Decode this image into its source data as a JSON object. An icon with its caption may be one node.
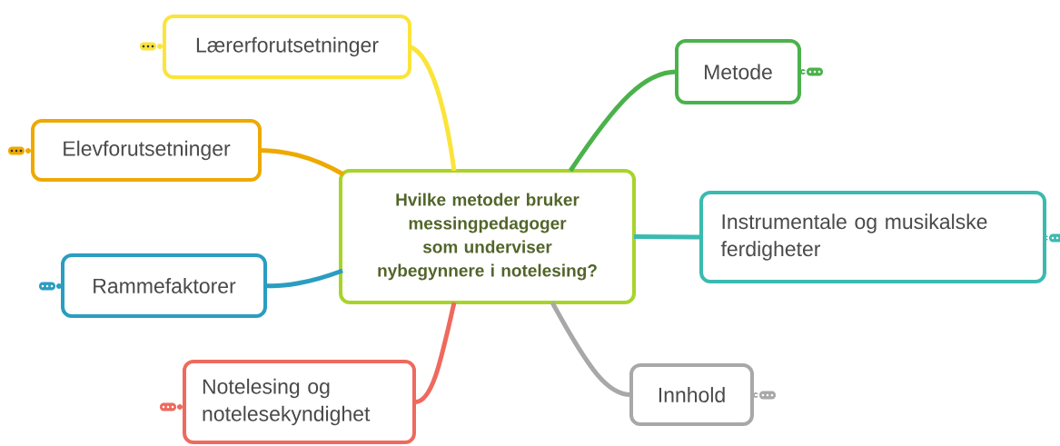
{
  "diagram": {
    "nodes": [
      {
        "text": [
          "Hvilke metoder bruker messingpedagoger som underviser nybegynnere i notelesing?"
        ]
      },
      {
        "text": [
          "Lærerforutsetninger"
        ]
      },
      {
        "text": [
          "Elevforutsetninger"
        ]
      },
      {
        "text": [
          "Rammefaktorer"
        ]
      },
      {
        "text": [
          "Notelesing og notelesekyndighet"
        ]
      },
      {
        "text": [
          "Metode"
        ]
      },
      {
        "text": [
          "Instrumentale og musikalske ferdigheter"
        ]
      },
      {
        "text": [
          "Innhold"
        ]
      }
    ],
    "edges": [
      {
        "from": 0,
        "to": 1,
        "arrow": "none",
        "color": "#fbe43a"
      },
      {
        "from": 0,
        "to": 2,
        "arrow": "none",
        "color": "#eea900"
      },
      {
        "from": 0,
        "to": 3,
        "arrow": "none",
        "color": "#2a9dc0"
      },
      {
        "from": 0,
        "to": 4,
        "arrow": "none",
        "color": "#ee6a5e"
      },
      {
        "from": 0,
        "to": 5,
        "arrow": "none",
        "color": "#4bb24b"
      },
      {
        "from": 0,
        "to": 6,
        "arrow": "none",
        "color": "#3bbab0"
      },
      {
        "from": 0,
        "to": 7,
        "arrow": "none",
        "color": "#a8a8a8"
      }
    ]
  }
}
